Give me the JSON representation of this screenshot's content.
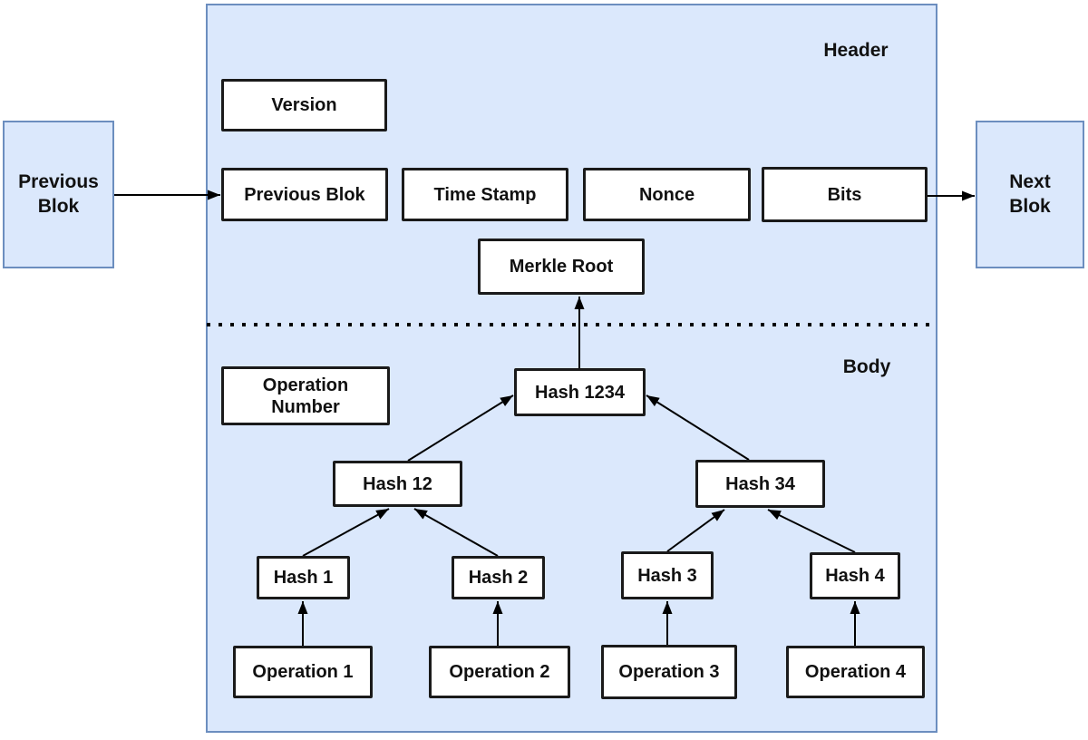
{
  "diagram": {
    "section_labels": {
      "header": "Header",
      "body": "Body"
    },
    "block_fields": {
      "version": "Version",
      "previous_blok": "Previous Blok",
      "time_stamp": "Time Stamp",
      "nonce": "Nonce",
      "bits": "Bits",
      "merkle_root": "Merkle Root",
      "operation_number": "Operation\nNumber"
    },
    "merkle_tree": {
      "hash_1234": "Hash 1234",
      "hash_12": "Hash 12",
      "hash_34": "Hash 34",
      "hash_1": "Hash 1",
      "hash_2": "Hash 2",
      "hash_3": "Hash 3",
      "hash_4": "Hash 4",
      "operation_1": "Operation 1",
      "operation_2": "Operation 2",
      "operation_3": "Operation 3",
      "operation_4": "Operation 4"
    },
    "neighbor_blocks": {
      "previous_blok": "Previous\nBlok",
      "next_blok": "Next\nBlok"
    },
    "colors": {
      "block_fill": "#dbe8fc",
      "block_border": "#6c8ebf",
      "node_fill": "#ffffff",
      "node_border": "#1a1a1a",
      "arrow": "#000000",
      "text": "#111111"
    }
  }
}
